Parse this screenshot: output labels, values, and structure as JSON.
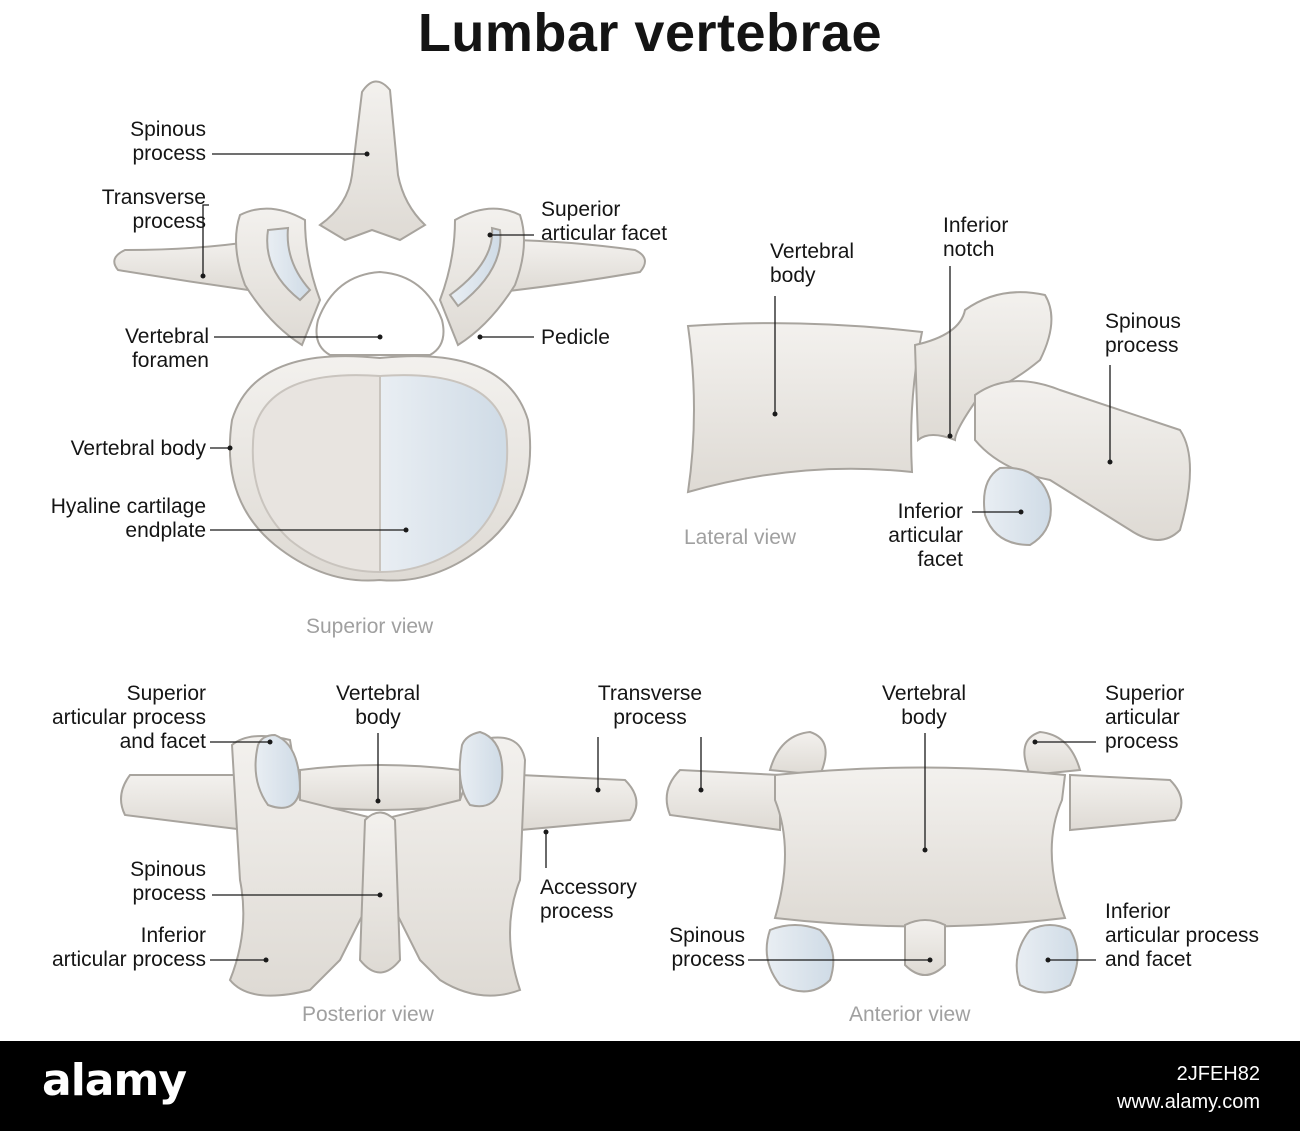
{
  "title": "Lumbar vertebrae",
  "views": {
    "superior": "Superior view",
    "lateral": "Lateral view",
    "posterior": "Posterior view",
    "anterior": "Anterior view"
  },
  "labels": {
    "superior": {
      "spinous": "Spinous\nprocess",
      "transverse": "Transverse\nprocess",
      "sup_facet": "Superior\narticular facet",
      "foramen": "Vertebral\nforamen",
      "pedicle": "Pedicle",
      "body": "Vertebral body",
      "cartilage": "Hyaline cartilage\nendplate"
    },
    "lateral": {
      "body": "Vertebral\nbody",
      "notch": "Inferior\nnotch",
      "spinous": "Spinous\nprocess",
      "inf_facet": "Inferior\narticular\nfacet"
    },
    "posterior": {
      "sup_proc": "Superior\narticular process\nand facet",
      "body": "Vertebral\nbody",
      "transverse": "Transverse\nprocess",
      "spinous": "Spinous\nprocess",
      "accessory": "Accessory\nprocess",
      "inf_proc": "Inferior\narticular process"
    },
    "anterior": {
      "body": "Vertebral\nbody",
      "sup_proc": "Superior\narticular\nprocess",
      "spinous": "Spinous\nprocess",
      "inf_proc": "Inferior\narticular process\nand facet"
    }
  },
  "footer": {
    "brand": "alamy",
    "image_id": "2JFEH82",
    "site": "www.alamy.com"
  },
  "colors": {
    "bone": "#eeece8",
    "bone_shade": "#d9d6d1",
    "outline": "#a8a49e",
    "cartilage": "#dfe8f0",
    "facet_blue": "#b9cfe0",
    "leader": "#1a1a1a"
  }
}
